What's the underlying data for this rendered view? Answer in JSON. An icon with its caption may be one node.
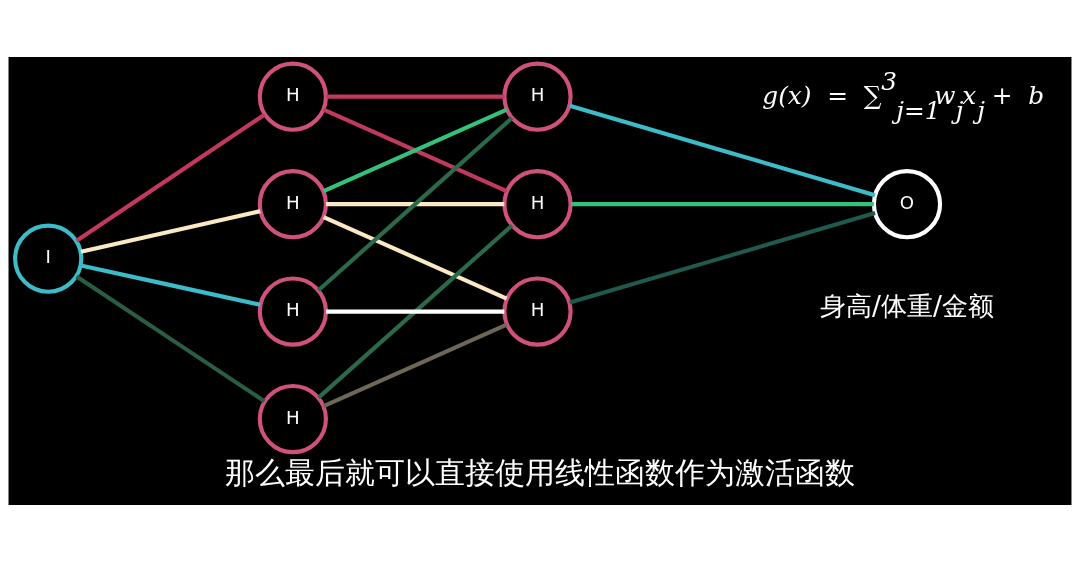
{
  "diagram": {
    "caption": "那么最后就可以直接使用线性函数作为激活函数",
    "nodes": [
      {
        "text": [
          "I"
        ]
      },
      {
        "text": [
          "H"
        ]
      },
      {
        "text": [
          "H"
        ]
      },
      {
        "text": [
          "H"
        ]
      },
      {
        "text": [
          "H"
        ]
      },
      {
        "text": [
          "H"
        ]
      },
      {
        "text": [
          "H"
        ]
      },
      {
        "text": [
          "H"
        ]
      },
      {
        "text": [
          "O"
        ],
        "beside": [
          "身高/体重/金额"
        ]
      }
    ],
    "edges": [
      {
        "from": 0,
        "to": 1,
        "arrow": "none",
        "color": "#c2385f"
      },
      {
        "from": 0,
        "to": 2,
        "arrow": "none",
        "color": "#fbe9c4"
      },
      {
        "from": 0,
        "to": 3,
        "arrow": "none",
        "color": "#2a5e44"
      },
      {
        "from": 0,
        "to": 4,
        "arrow": "none",
        "color": "#3bbcc8"
      },
      {
        "from": 1,
        "to": 5,
        "arrow": "none",
        "color": "#c2385f"
      },
      {
        "from": 1,
        "to": 6,
        "arrow": "none",
        "color": "#c2385f"
      },
      {
        "from": 2,
        "to": 5,
        "arrow": "none",
        "color": "#fbe9c4"
      },
      {
        "from": 2,
        "to": 6,
        "arrow": "none",
        "color": "#33c27a"
      },
      {
        "from": 2,
        "to": 7,
        "arrow": "none",
        "color": "#fbe9c4"
      },
      {
        "from": 3,
        "to": 5,
        "arrow": "none",
        "color": "#2a6a4a"
      },
      {
        "from": 3,
        "to": 7,
        "arrow": "none",
        "color": "#6e6656"
      },
      {
        "from": 4,
        "to": 6,
        "arrow": "none",
        "color": "#2a6a4a"
      },
      {
        "from": 4,
        "to": 7,
        "arrow": "none",
        "color": "#ffffff"
      },
      {
        "from": 5,
        "to": 8,
        "arrow": "none",
        "color": "#33c27a"
      },
      {
        "from": 6,
        "to": 8,
        "arrow": "none",
        "color": "#3bbcc8"
      },
      {
        "from": 7,
        "to": 8,
        "arrow": "none",
        "color": "#1f5a4c"
      }
    ],
    "labels": [
      "g(x) = ∑$^{3}$$_{j=1}$w$_{j}$x$_{j}$ + b"
    ]
  }
}
